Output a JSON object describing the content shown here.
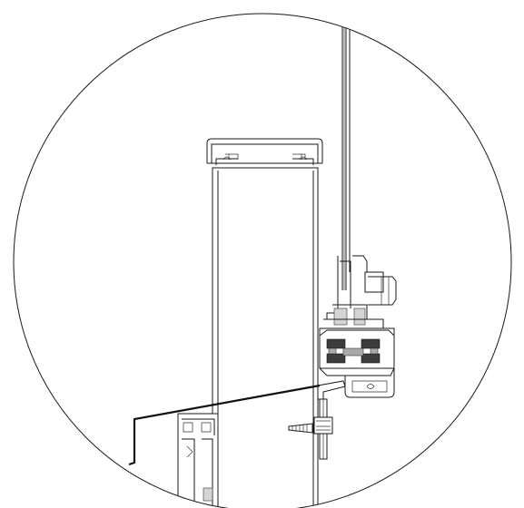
{
  "diagram": {
    "background": "#ffffff",
    "line_color": "#1a1a1a",
    "gasket_color": "#3c3c3c",
    "seal_color": "#a9a9a9",
    "parts": [
      "detail-circle",
      "vertical-mullion",
      "mullion-cap",
      "glass-pane",
      "pressure-plate-assembly",
      "bracket",
      "sill-flashing",
      "screw-anchor",
      "subframe-profile"
    ]
  }
}
